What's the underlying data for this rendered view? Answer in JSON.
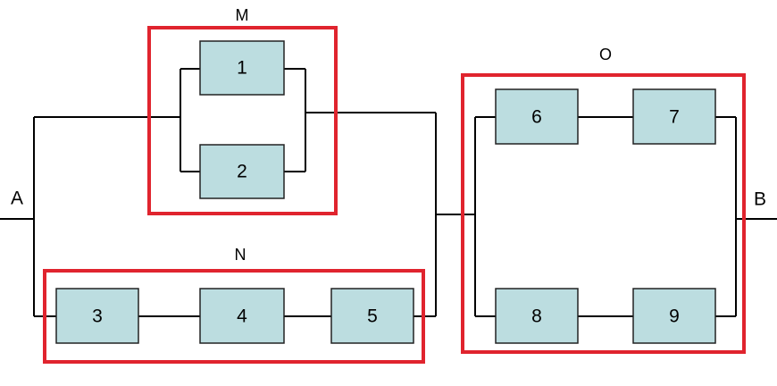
{
  "colors": {
    "wire": "#000000",
    "group_border": "#e0242e",
    "block_fill": "#bcdde0",
    "block_border": "#222222"
  },
  "terminals": {
    "a": "A",
    "b": "B"
  },
  "groups": {
    "m": "M",
    "n": "N",
    "o": "O"
  },
  "blocks": {
    "b1": "1",
    "b2": "2",
    "b3": "3",
    "b4": "4",
    "b5": "5",
    "b6": "6",
    "b7": "7",
    "b8": "8",
    "b9": "9"
  }
}
